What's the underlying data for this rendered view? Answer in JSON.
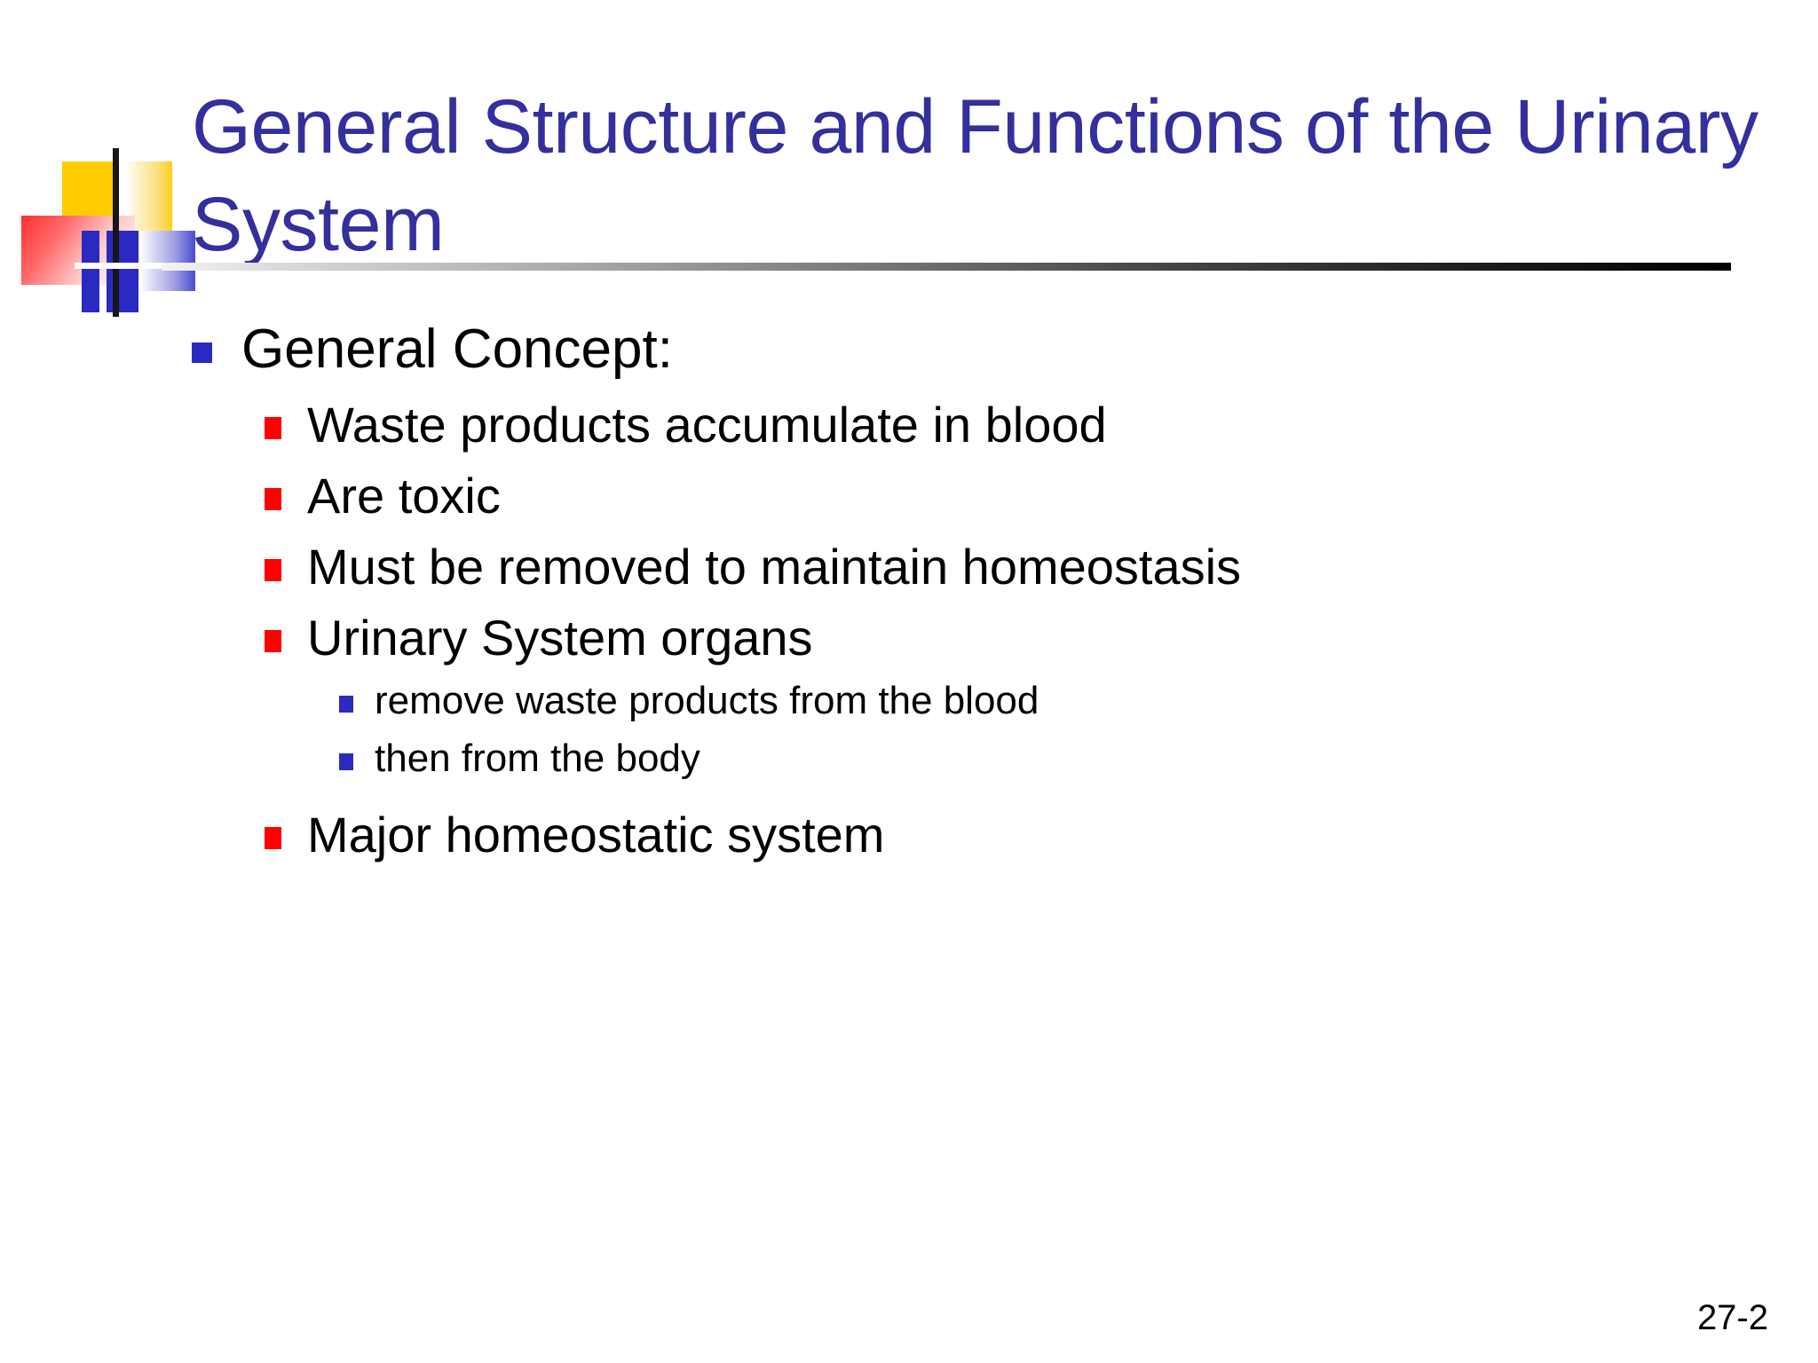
{
  "slide": {
    "title": "General Structure and Functions of the Urinary System",
    "page_number": "27-2",
    "colors": {
      "title_blue": "#332f9c",
      "bullet_blue": "#2a2ac0",
      "bullet_red": "#ff0000",
      "deco_yellow": "#ffcc00",
      "deco_red": "#ff2f2f",
      "background": "#ffffff"
    }
  },
  "body": {
    "bullets": [
      {
        "level": 1,
        "marker": "blue-square-bullet",
        "text": "General Concept:"
      },
      {
        "level": 2,
        "marker": "red-square-bullet",
        "text": "Waste products accumulate in blood"
      },
      {
        "level": 2,
        "marker": "red-square-bullet",
        "text": "Are toxic"
      },
      {
        "level": 2,
        "marker": "red-square-bullet",
        "text": "Must be removed to maintain homeostasis"
      },
      {
        "level": 2,
        "marker": "red-square-bullet",
        "text": "Urinary System organs"
      },
      {
        "level": 3,
        "marker": "blue-square-bullet",
        "text": "remove waste products from the blood"
      },
      {
        "level": 3,
        "marker": "blue-square-bullet",
        "text": "then from the body"
      },
      {
        "level": 2,
        "marker": "red-square-bullet",
        "text": "Major homeostatic system"
      }
    ]
  }
}
